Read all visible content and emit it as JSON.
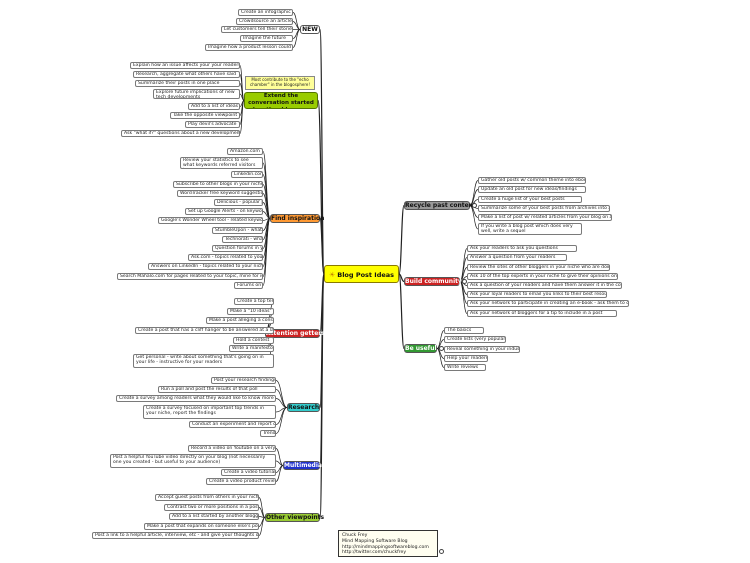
{
  "center": {
    "label": "Blog Post Ideas",
    "color": "#ffff00"
  },
  "branches": [
    {
      "id": "new",
      "label": "NEW",
      "color": "#ffffff",
      "leaves": [
        "Create an infographic",
        "Crowdsource an article",
        "Let customers tell their stories",
        "Imagine the future",
        "Imagine how a product lesson could be improved"
      ]
    },
    {
      "id": "extend",
      "label": "Extend the conversation started by other bloggers",
      "color": "#99cc00",
      "callout": "Most contribute to the \"echo chamber\" in the blogosphere!",
      "leaves": [
        "Explain how an issue affects your your readers",
        "Research, aggregate what others have said",
        "Summarize their posts in one place",
        "Explore future implications of new tech developments",
        "Add to a list of ideas",
        "Take the opposite viewpoint",
        "Play devil's advocate",
        "Ask \"what if?\" questions about a new development"
      ]
    },
    {
      "id": "find",
      "label": "Find inspiration",
      "color": "#ff9933",
      "leaves": [
        "Amazon.com",
        "Review your statistics to see what keywords referred visitors to you",
        "Linkedin.com",
        "Subscribe to other blogs in your niche",
        "WordTracker free keyword suggestion tool",
        "Delicious - popular posts",
        "Set up Google Alerts - on keywords/concepts",
        "Google's Wonder Wheel tool - related keywords/concepts",
        "StumbleUpon - what's popular?",
        "Technorati - what's popular?",
        "Question forums in your niche",
        "Ask.com - topics related to your niche",
        "Answers on LinkedIn - topics related to your niche",
        "Search Mahalo.com for pages related to your topic, mine for ideas",
        "Forums on your topic"
      ]
    },
    {
      "id": "attention",
      "label": "Attention getters",
      "color": "#cc2222",
      "leaves": [
        "Create a top ten list",
        "Make a \"10 ideas\" post",
        "Make a post alleging a conspiracy",
        "Create a post that has a cliff hanger to be answered at a later post",
        "Hold a contest",
        "Write a manifesto",
        "Get personal - write about something that's going on in your life - instructive for your readers"
      ]
    },
    {
      "id": "research",
      "label": "Research",
      "color": "#33cccc",
      "leaves": [
        "Post your research findings",
        "Run a poll and post the results of that poll",
        "Create a survey among readers what they would like to know more about",
        "Create a survey focused on important top trends in your niche, report the findings",
        "Conduct an experiment and report on it",
        "Trends"
      ]
    },
    {
      "id": "multimedia",
      "label": "Multimedia",
      "color": "#2233cc",
      "leaves": [
        "Record a video on Youtube on a very focused topic",
        "Post a helpful YouTube video directly on your blog (not necessarily one you created - but useful to your audience)",
        "Create a video tutorial",
        "Create a video product review"
      ]
    },
    {
      "id": "viewpoints",
      "label": "Other viewpoints",
      "color": "#99cc33",
      "leaves": [
        "Accept guest posts from others in your niche",
        "Contrast two or more positions in a post",
        "Add to a list started by another blogger",
        "Make a post that expands on someone else's post",
        "Post a link to a helpful article, interview, etc - and give your thoughts on it"
      ]
    },
    {
      "id": "recycle",
      "label": "Recycle past content",
      "color": "#999999",
      "leaves": [
        "Gather old posts w/ common theme into ebook",
        "Update an old post for new ideas/findings",
        "Create a huge list of your best posts",
        "Summarize some of your best posts from archives into a new series",
        "Make a list of post w/ related articles from your blog on a given subject",
        "If you write a blog post which does very well, write a sequel"
      ]
    },
    {
      "id": "community",
      "label": "Build community",
      "color": "#cc2222",
      "leaves": [
        "Ask your readers to ask you questions",
        "Answer a question from your readers",
        "Review the sites of other bloggers in your niche who are doing notable work",
        "Ask 10 of the top experts in your niche to give their opinions on an issue",
        "Ask a question of your readers and have them answer it in the comments",
        "Ask your loyal readers to email you links to their best resources",
        "Ask your network to participate in creating an e-book - ask them to contribute an idea",
        "Ask your network of bloggers for a tip to include in a post"
      ]
    },
    {
      "id": "useful",
      "label": "Be useful",
      "color": "#339933",
      "leaves": [
        "The basics",
        "Create lists (very popular!)",
        "Reveal something in your industry",
        "Help your readers",
        "Write reviews"
      ]
    }
  ],
  "credit": [
    "Chuck Frey",
    "Mind Mapping Software Blog",
    "http://mindmappingsoftwareblog.com",
    "http://twitter.com/chuckfrey"
  ]
}
